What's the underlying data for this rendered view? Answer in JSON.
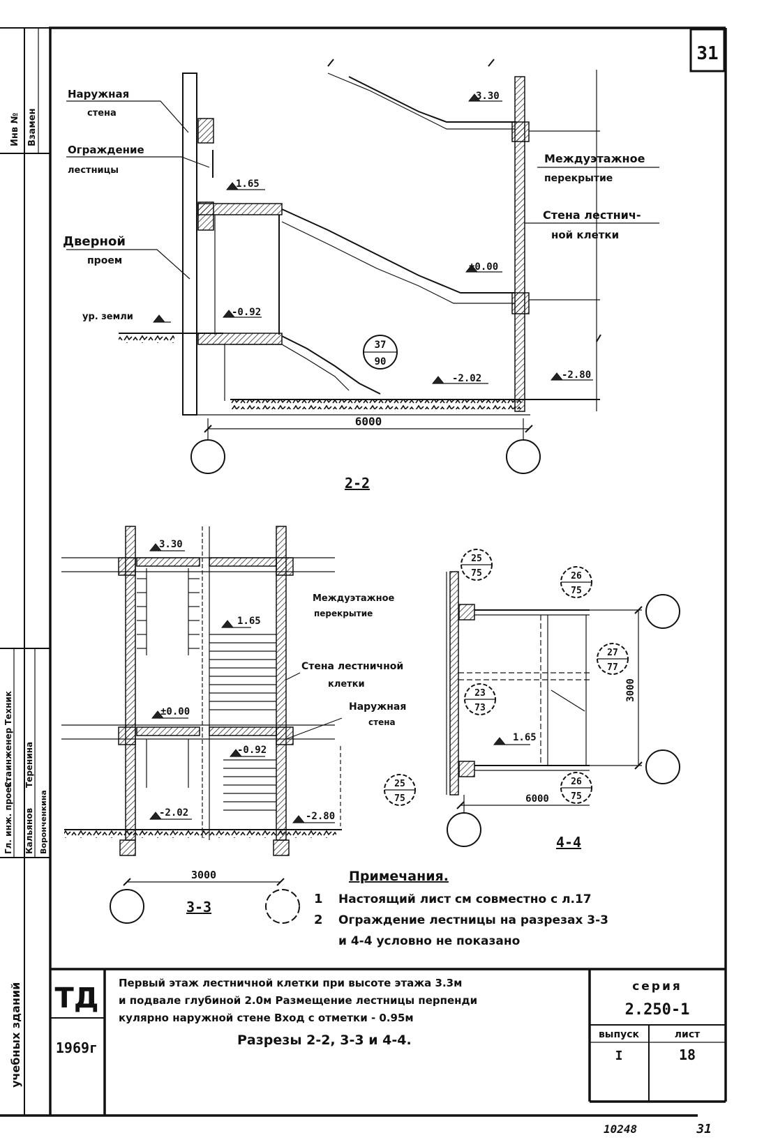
{
  "sheet": {
    "top_number": "31",
    "bottom_right_number": "31",
    "inventory_number": "10248"
  },
  "left_margin": {
    "inv_no": "Инв №",
    "vzamen": "Взамен",
    "names": [
      "Кальянов",
      "Теренина",
      "Воронченкина"
    ],
    "roles": [
      "Гл. инж. проекта",
      "Ст. инженер",
      "Техник"
    ],
    "series_title": "учебных зданий"
  },
  "section_2_2": {
    "title": "2-2",
    "labels": {
      "outer_wall": [
        "Наружная",
        "стена"
      ],
      "railing": [
        "Ограждение",
        "лестницы"
      ],
      "door_opening": [
        "Дверной",
        "проем"
      ],
      "ground_level": "ур. земли",
      "floor_slab": [
        "Междуэтажное",
        "перекрытие"
      ],
      "stair_wall": [
        "Стена лестнич-",
        "ной клетки"
      ]
    },
    "marks": [
      "3.30",
      "1.65",
      "±0.00",
      "-0.92",
      "-2.02",
      "-2.80"
    ],
    "callout_top": "37",
    "callout_bottom": "90",
    "dimension": "6000"
  },
  "section_3_3": {
    "title": "3-3",
    "marks": [
      "3.30",
      "1.65",
      "±0.00",
      "-0.92",
      "-2.02",
      "-2.80"
    ],
    "dimension": "3000",
    "labels": {
      "floor_slab": [
        "Междуэтажное",
        "перекрытие"
      ],
      "stair_wall": [
        "Стена лестничной",
        "клетки"
      ],
      "outer_wall": [
        "Наружная",
        "стена"
      ]
    }
  },
  "section_4_4": {
    "title": "4-4",
    "callouts": [
      {
        "top": "25",
        "bottom": "75"
      },
      {
        "top": "26",
        "bottom": "75"
      },
      {
        "top": "27",
        "bottom": "77"
      },
      {
        "top": "23",
        "bottom": "73"
      },
      {
        "top": "25",
        "bottom": "75"
      },
      {
        "top": "26",
        "bottom": "75"
      }
    ],
    "mark": "1.65",
    "dim_horizontal": "6000",
    "dim_vertical": "3000"
  },
  "notes": {
    "heading": "Примечания.",
    "items": [
      {
        "num": "1",
        "text": "Настоящий лист см совместно с л.17"
      },
      {
        "num": "2",
        "text": "Ограждение лестницы на разрезах 3-3"
      },
      {
        "num": "",
        "text": "и 4-4     условно не показано"
      }
    ]
  },
  "title_block": {
    "org": "ТД",
    "year": "1969г",
    "title_lines": [
      "Первый этаж лестничной клетки при высоте этажа 3.3м",
      "и подвале глубиной 2.0м Размещение лестницы перпенди",
      "кулярно наружной стене  Вход с отметки - 0.95м"
    ],
    "sections_line": "Разрезы 2-2, 3-3 и 4-4.",
    "series_label": "серия",
    "series_value": "2.250-1",
    "issue_label": "выпуск",
    "issue_value": "I",
    "sheet_label": "лист",
    "sheet_value": "18"
  }
}
